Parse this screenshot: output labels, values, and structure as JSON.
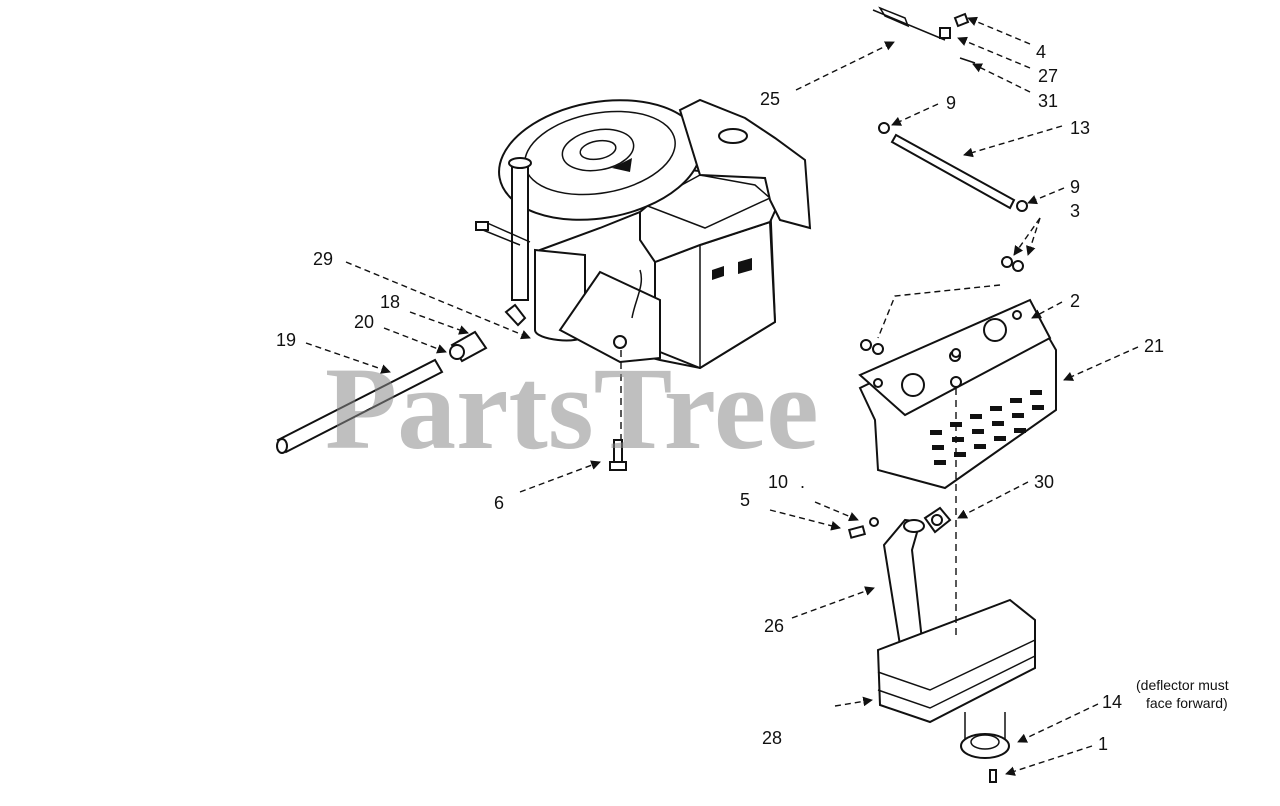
{
  "watermark": "PartsTree",
  "callouts": [
    "4",
    "27",
    "31",
    "25",
    "9",
    "13",
    "9",
    "3",
    "2",
    "21",
    "29",
    "18",
    "20",
    "19",
    "6",
    "10",
    "5",
    "30",
    "26",
    "14",
    "28",
    "1"
  ],
  "note": {
    "line1": "(deflector must",
    "line2": "face forward)"
  },
  "callout_10_suffix": "."
}
